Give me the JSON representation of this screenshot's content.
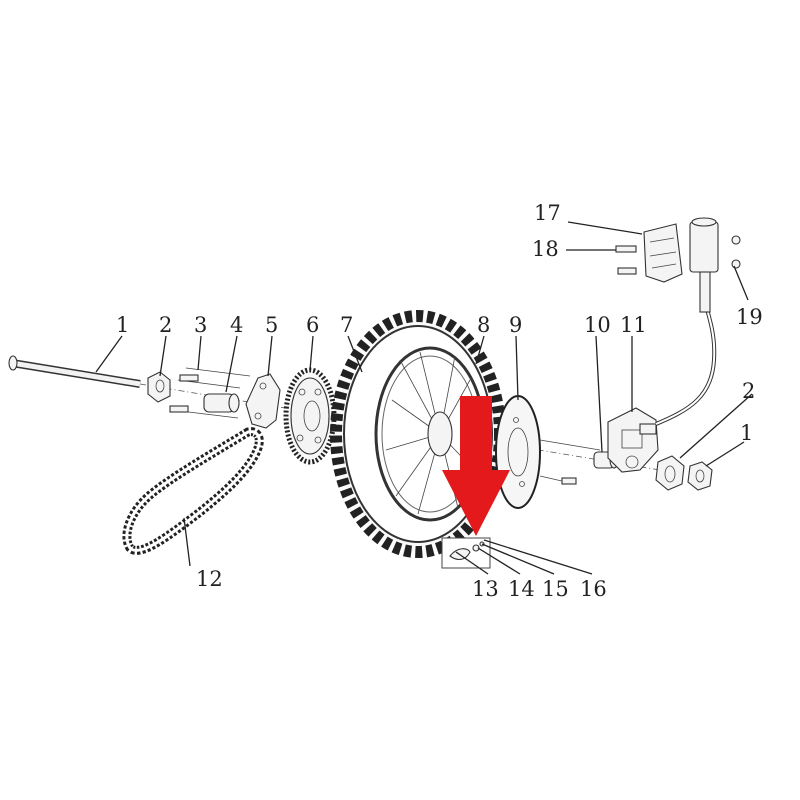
{
  "diagram": {
    "callouts": [
      {
        "id": "c1",
        "text": "1"
      },
      {
        "id": "c2",
        "text": "2"
      },
      {
        "id": "c3",
        "text": "3"
      },
      {
        "id": "c4",
        "text": "4"
      },
      {
        "id": "c5",
        "text": "5"
      },
      {
        "id": "c6",
        "text": "6"
      },
      {
        "id": "c7",
        "text": "7"
      },
      {
        "id": "c8",
        "text": "8"
      },
      {
        "id": "c9",
        "text": "9"
      },
      {
        "id": "c10",
        "text": "10"
      },
      {
        "id": "c11",
        "text": "11"
      },
      {
        "id": "c12",
        "text": "12"
      },
      {
        "id": "c13",
        "text": "13"
      },
      {
        "id": "c14",
        "text": "14"
      },
      {
        "id": "c15",
        "text": "15"
      },
      {
        "id": "c16",
        "text": "16"
      },
      {
        "id": "c17",
        "text": "17"
      },
      {
        "id": "c18",
        "text": "18"
      },
      {
        "id": "c19",
        "text": "19"
      },
      {
        "id": "c2b",
        "text": "2"
      },
      {
        "id": "c1b",
        "text": "1"
      }
    ],
    "colors": {
      "arrow": "#e3191c",
      "line": "#222222",
      "background": "#ffffff"
    }
  }
}
